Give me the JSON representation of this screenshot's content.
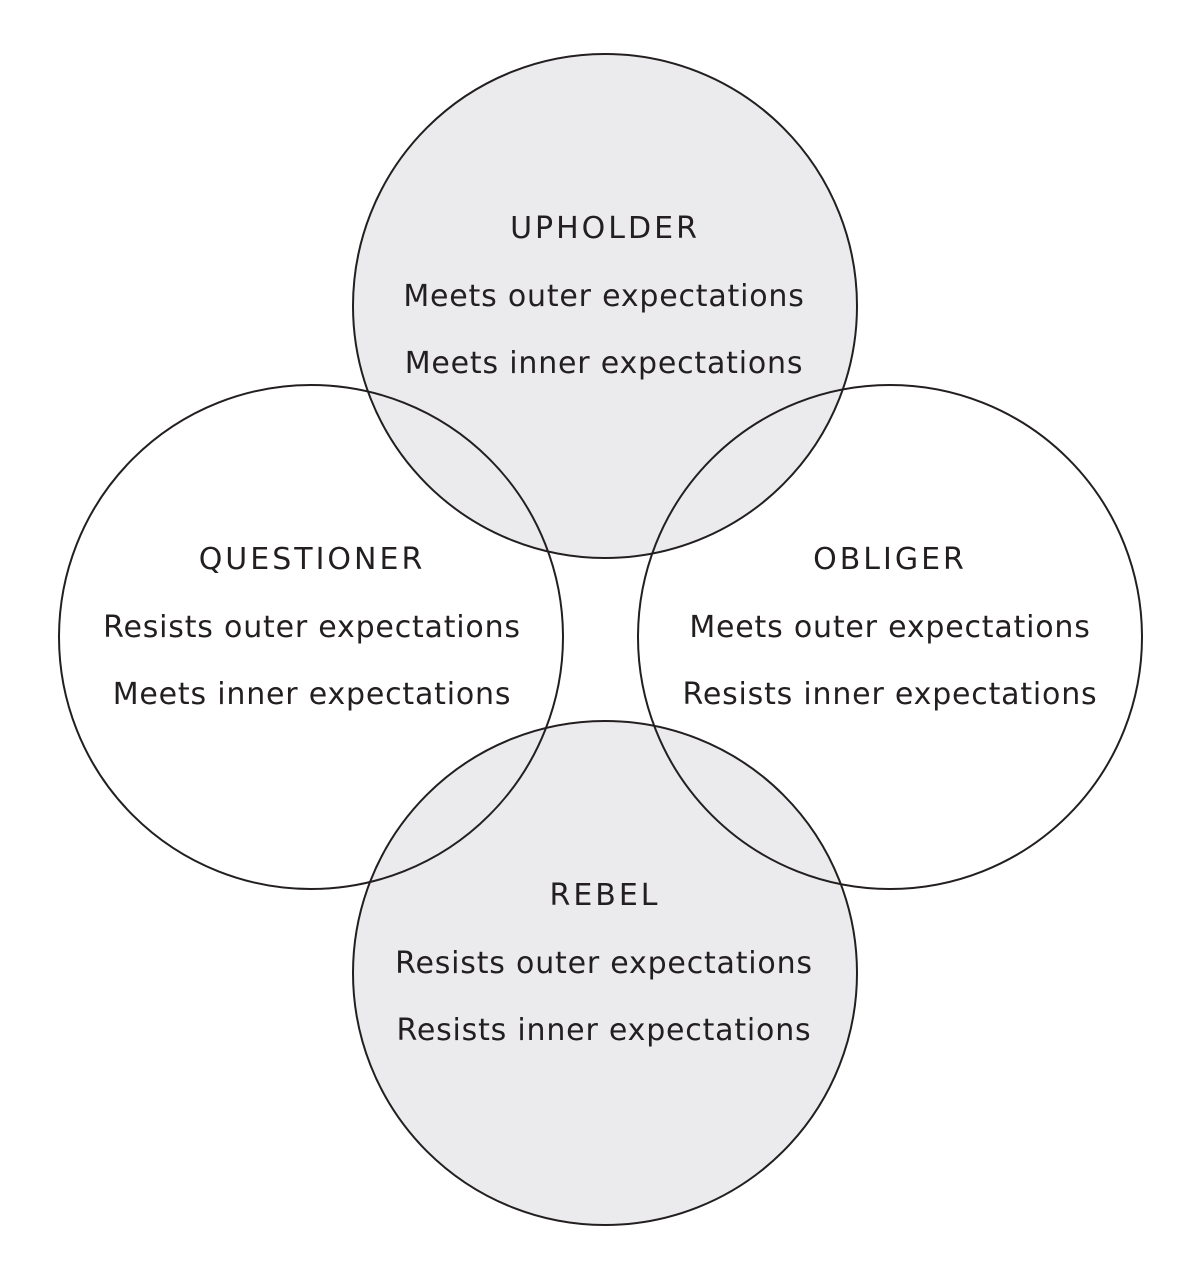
{
  "diagram": {
    "type": "four-circle overlap diagram",
    "colors": {
      "shaded_fill": "#ebebed",
      "plain_fill": "#ffffff",
      "stroke": "#231f20",
      "text": "#231f20"
    },
    "circles": [
      {
        "id": "upholder",
        "position": "top",
        "shaded": true,
        "title": "UPHOLDER",
        "lines": [
          "Meets outer expectations",
          "Meets inner expectations"
        ]
      },
      {
        "id": "questioner",
        "position": "left",
        "shaded": false,
        "title": "QUESTIONER",
        "lines": [
          "Resists outer expectations",
          "Meets inner expectations"
        ]
      },
      {
        "id": "obliger",
        "position": "right",
        "shaded": false,
        "title": "OBLIGER",
        "lines": [
          "Meets outer expectations",
          "Resists inner expectations"
        ]
      },
      {
        "id": "rebel",
        "position": "bottom",
        "shaded": true,
        "title": "REBEL",
        "lines": [
          "Resists outer expectations",
          "Resists inner expectations"
        ]
      }
    ]
  }
}
